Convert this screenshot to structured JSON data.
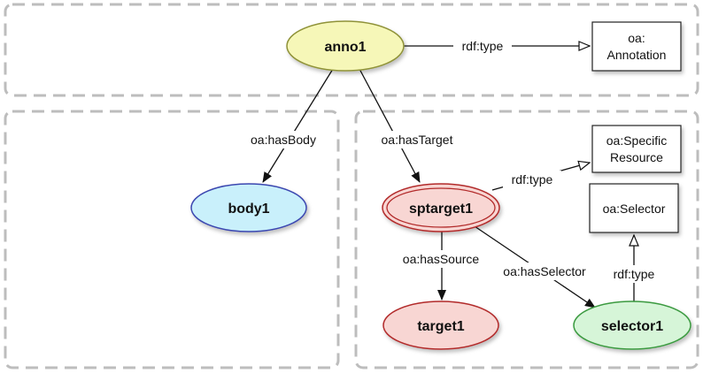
{
  "groups": [
    "top-group",
    "body-group",
    "target-group"
  ],
  "nodes": {
    "anno1": {
      "label": "anno1",
      "fill": "#f6f7b8",
      "stroke": "#8f9238"
    },
    "body1": {
      "label": "body1",
      "fill": "#c9f0fb",
      "stroke": "#3b46b0"
    },
    "sptarget1": {
      "label": "sptarget1",
      "fill": "#f8d6d3",
      "stroke": "#b22a2a"
    },
    "target1": {
      "label": "target1",
      "fill": "#f8d6d3",
      "stroke": "#b22a2a"
    },
    "selector1": {
      "label": "selector1",
      "fill": "#d6f5d8",
      "stroke": "#3a9a3f"
    }
  },
  "classes": {
    "annotation": {
      "line1": "oa:",
      "line2": "Annotation"
    },
    "specific_resource": {
      "line1": "oa:Specific",
      "line2": "Resource"
    },
    "selector": {
      "line1": "oa:Selector"
    }
  },
  "edges": {
    "anno1_type": "rdf:type",
    "has_body": "oa:hasBody",
    "has_target": "oa:hasTarget",
    "sptarget_type": "rdf:type",
    "has_source": "oa:hasSource",
    "has_selector": "oa:hasSelector",
    "selector_type": "rdf:type"
  }
}
